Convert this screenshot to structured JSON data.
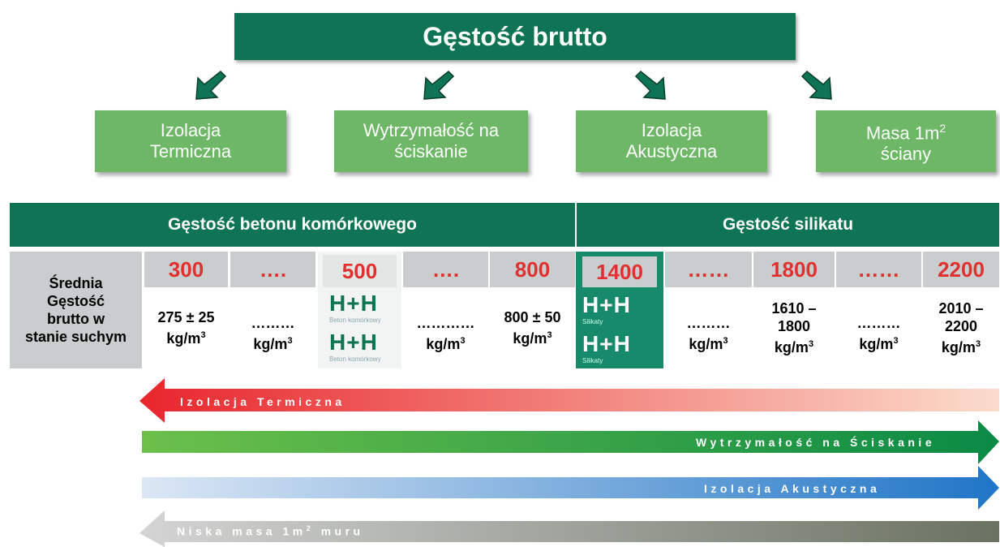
{
  "title": "Gęstość brutto",
  "categories": [
    {
      "line1": "Izolacja",
      "line2": "Termiczna"
    },
    {
      "line1": "Wytrzymałość na",
      "line2": "ściskanie"
    },
    {
      "line1": "Izolacja",
      "line2": "Akustyczna"
    },
    {
      "line1": "Masa 1m",
      "line1_sup": "2",
      "line2": "ściany"
    }
  ],
  "table": {
    "header_aac": "Gęstość betonu komórkowego",
    "header_silicate": "Gęstość silikatu",
    "row_label": [
      "Średnia",
      "Gęstość",
      "brutto w",
      "stanie suchym"
    ],
    "columns": [
      {
        "density": "300",
        "value_lines": [
          "275 ± 25"
        ],
        "unit": "kg/m",
        "unit_sup": "3"
      },
      {
        "density": "….",
        "value_lines": [
          "………"
        ],
        "unit": "kg/m",
        "unit_sup": "3"
      },
      {
        "density": "500"
      },
      {
        "density": "….",
        "value_lines": [
          "…………"
        ],
        "unit": "kg/m",
        "unit_sup": "3"
      },
      {
        "density": "800",
        "value_lines": [
          "800 ± 50"
        ],
        "unit": "kg/m",
        "unit_sup": "3"
      },
      {
        "density": "1400"
      },
      {
        "density": "……",
        "value_lines": [
          "………"
        ],
        "unit": "kg/m",
        "unit_sup": "3"
      },
      {
        "density": "1800",
        "value_lines": [
          "1610 –",
          "1800"
        ],
        "unit": "kg/m",
        "unit_sup": "3"
      },
      {
        "density": "……",
        "value_lines": [
          "………"
        ],
        "unit": "kg/m",
        "unit_sup": "3"
      },
      {
        "density": "2200",
        "value_lines": [
          "2010 –",
          "2200"
        ],
        "unit": "kg/m",
        "unit_sup": "3"
      }
    ],
    "product_aac": {
      "logo": "H+H",
      "caption": "Beton komórkowy"
    },
    "product_silicate": {
      "logo": "H+H",
      "caption": "Silikaty"
    }
  },
  "bands": [
    {
      "label": "Izolacja Termiczna",
      "direction": "left",
      "colors": [
        "#e8262c",
        "#fbdccb"
      ]
    },
    {
      "label": "Wytrzymałość na Ściskanie",
      "direction": "right",
      "colors": [
        "#6cc04a",
        "#0a8a45"
      ]
    },
    {
      "label": "Izolacja Akustyczna",
      "direction": "right",
      "colors": [
        "#dce7f4",
        "#1f75c7"
      ]
    },
    {
      "label": "Niska masa 1m",
      "label_sup": "2",
      "label_end": " muru",
      "direction": "left",
      "colors": [
        "#d4d4d4",
        "#6a7262"
      ]
    }
  ],
  "colors": {
    "dark_green": "#0e7453",
    "light_green": "#6db766",
    "red_numbers": "#e03030",
    "grey_cells": "#c9cdce"
  }
}
